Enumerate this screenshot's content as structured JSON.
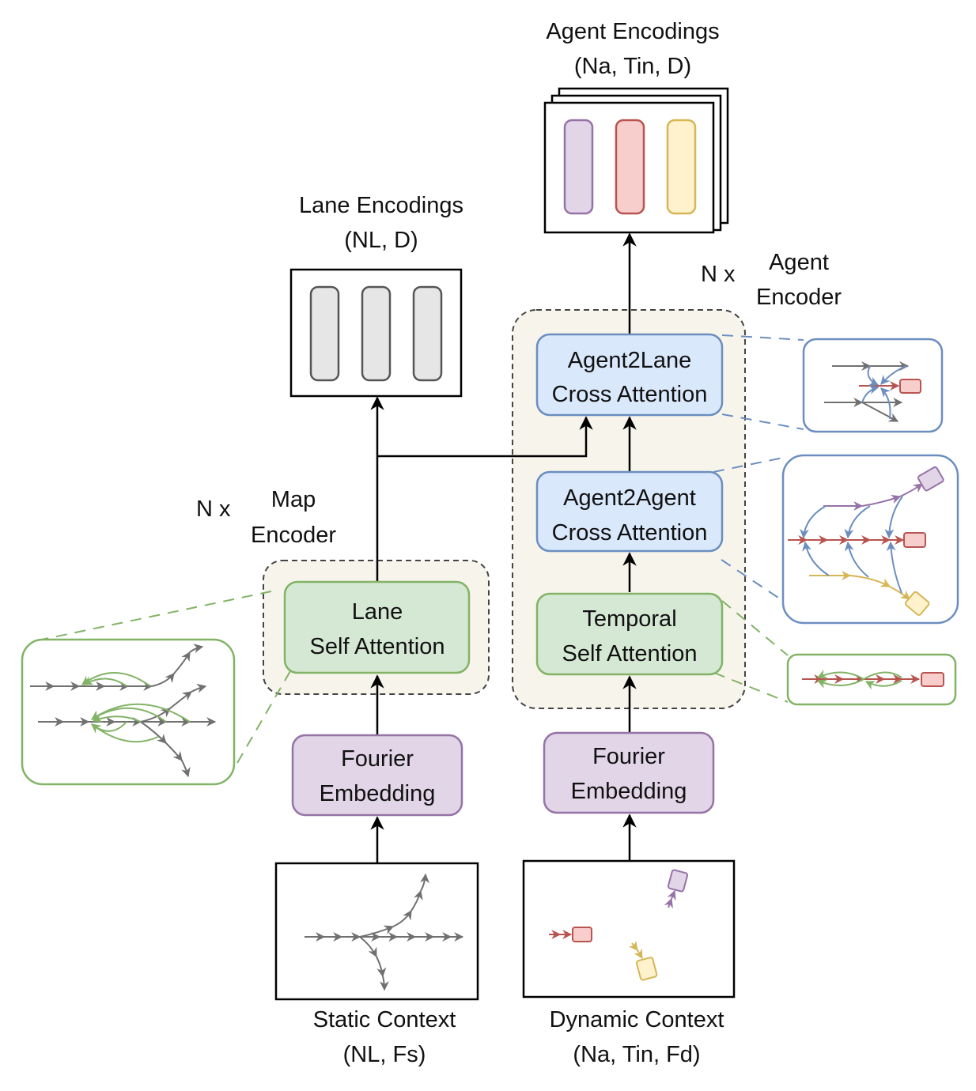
{
  "labels": {
    "agent_encodings_title": "Agent Encodings",
    "agent_encodings_dims": "(Na, Tin, D)",
    "lane_encodings_title": "Lane Encodings",
    "lane_encodings_dims": "(NL, D)",
    "agent_encoder_repeat": "N x",
    "agent_encoder_line1": "Agent",
    "agent_encoder_line2": "Encoder",
    "map_encoder_repeat": "N x",
    "map_encoder_line1": "Map",
    "map_encoder_line2": "Encoder",
    "static_context_title": "Static Context",
    "static_context_dims": "(NL, Fs)",
    "dynamic_context_title": "Dynamic Context",
    "dynamic_context_dims": "(Na, Tin, Fd)"
  },
  "blocks": {
    "agent2lane_line1": "Agent2Lane",
    "agent2lane_line2": "Cross Attention",
    "agent2agent_line1": "Agent2Agent",
    "agent2agent_line2": "Cross Attention",
    "temporal_line1": "Temporal",
    "temporal_line2": "Self Attention",
    "lane_self_line1": "Lane",
    "lane_self_line2": "Self Attention",
    "fourier_left_line1": "Fourier",
    "fourier_left_line2": "Embedding",
    "fourier_right_line1": "Fourier",
    "fourier_right_line2": "Embedding"
  },
  "colors": {
    "blue_fill": "#dae8fc",
    "blue_stroke": "#6c8ebf",
    "green_fill": "#d5e8d4",
    "green_stroke": "#82b366",
    "purple_fill": "#e1d5e7",
    "purple_stroke": "#9673a6",
    "red_fill": "#f8cecc",
    "red_stroke": "#b85450",
    "yellow_fill": "#fff2cc",
    "yellow_stroke": "#d6b656",
    "gray_fill": "#e6e6e6",
    "gray_stroke": "#555555",
    "encoder_bg": "#f7f4ec",
    "lane_arrow": "#707070"
  }
}
